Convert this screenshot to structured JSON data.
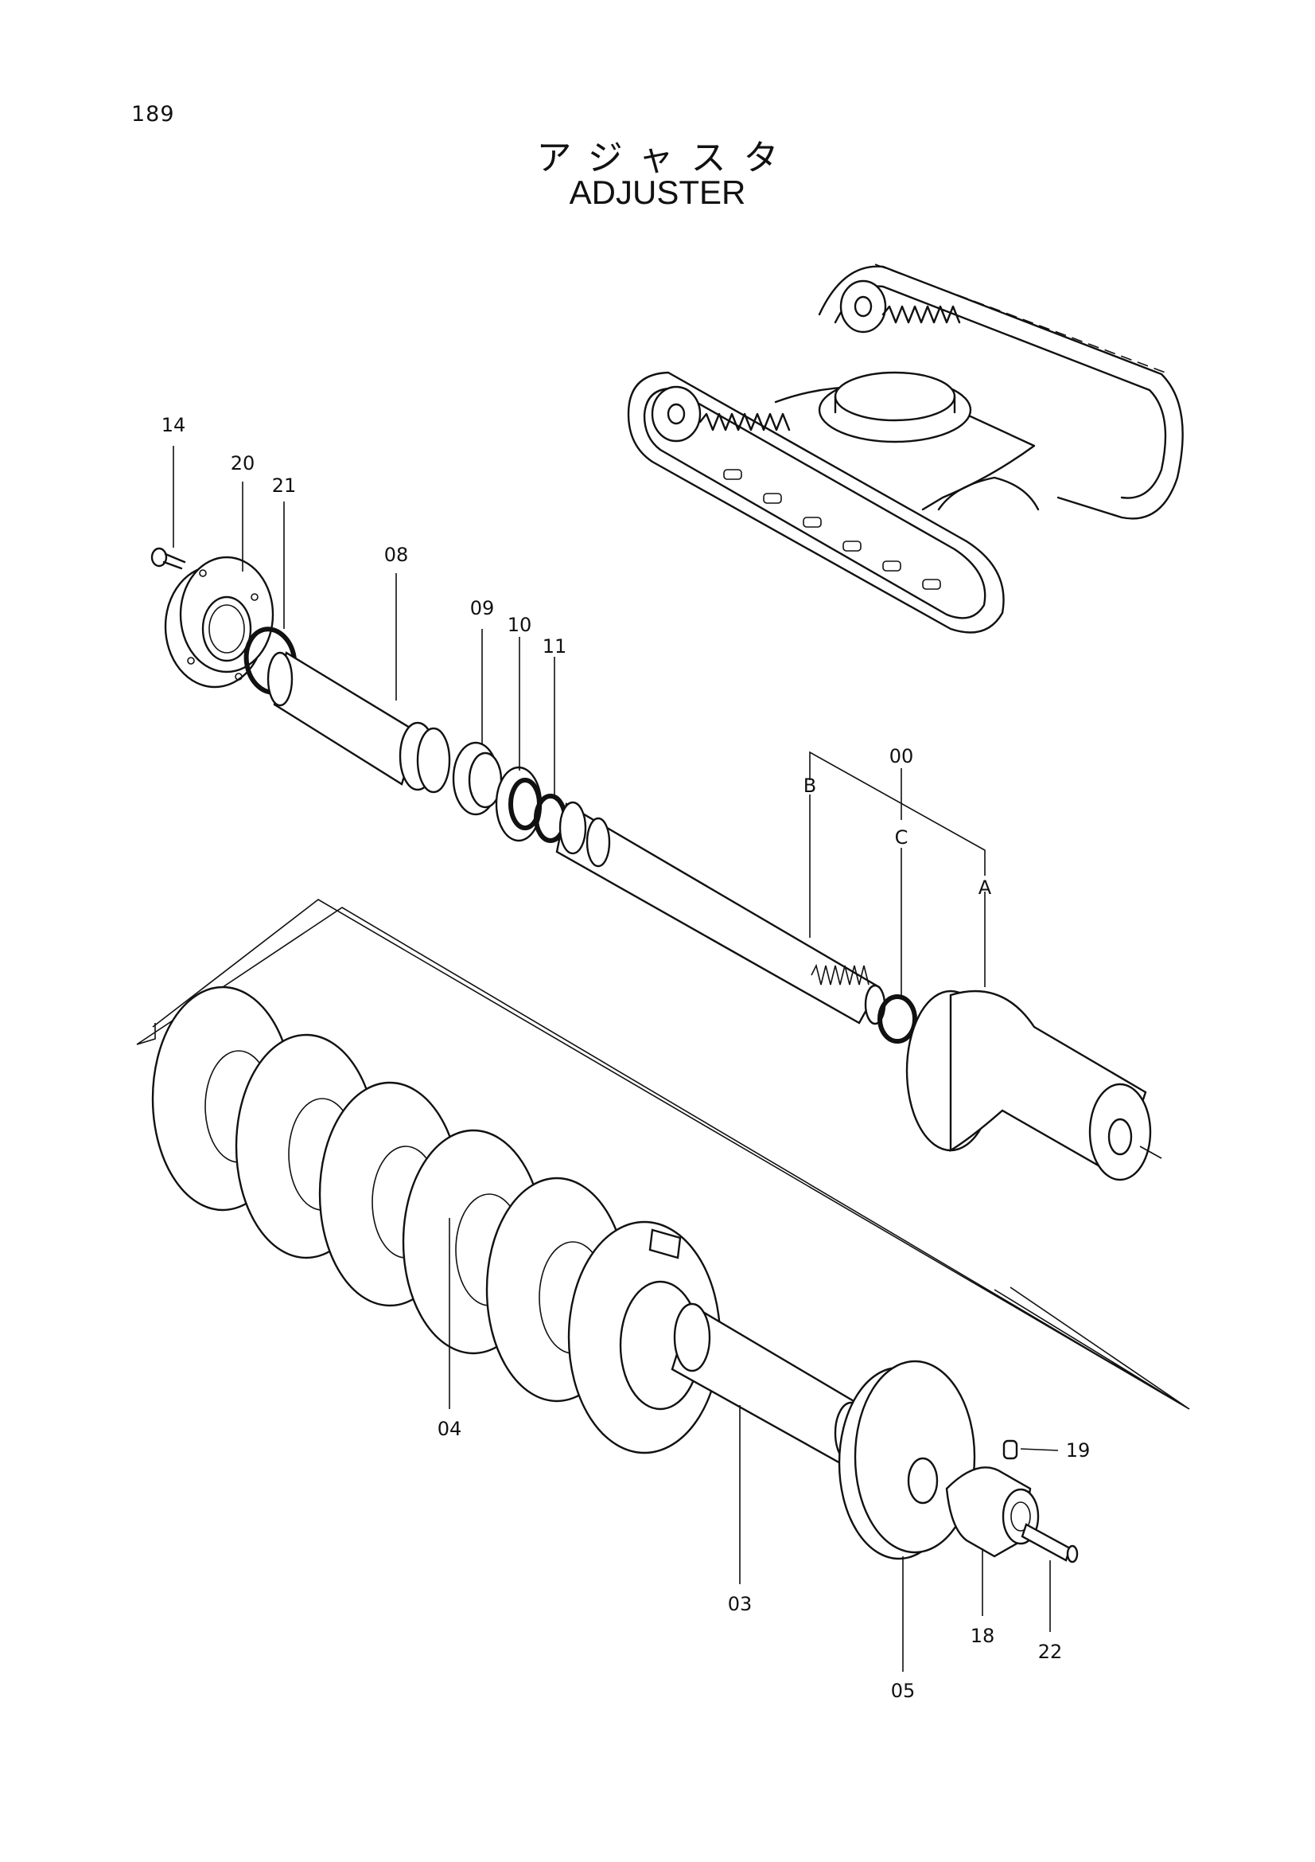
{
  "page": {
    "number": "189"
  },
  "title": {
    "japanese": "アジャスタ",
    "english": "ADJUSTER"
  },
  "callouts": {
    "p14": "14",
    "p20": "20",
    "p21": "21",
    "p08": "08",
    "p09": "09",
    "p10": "10",
    "p11": "11",
    "p00": "00",
    "pB": "B",
    "pC": "C",
    "pA": "A",
    "p04": "04",
    "p03": "03",
    "p05": "05",
    "p18": "18",
    "p19": "19",
    "p22": "22"
  }
}
